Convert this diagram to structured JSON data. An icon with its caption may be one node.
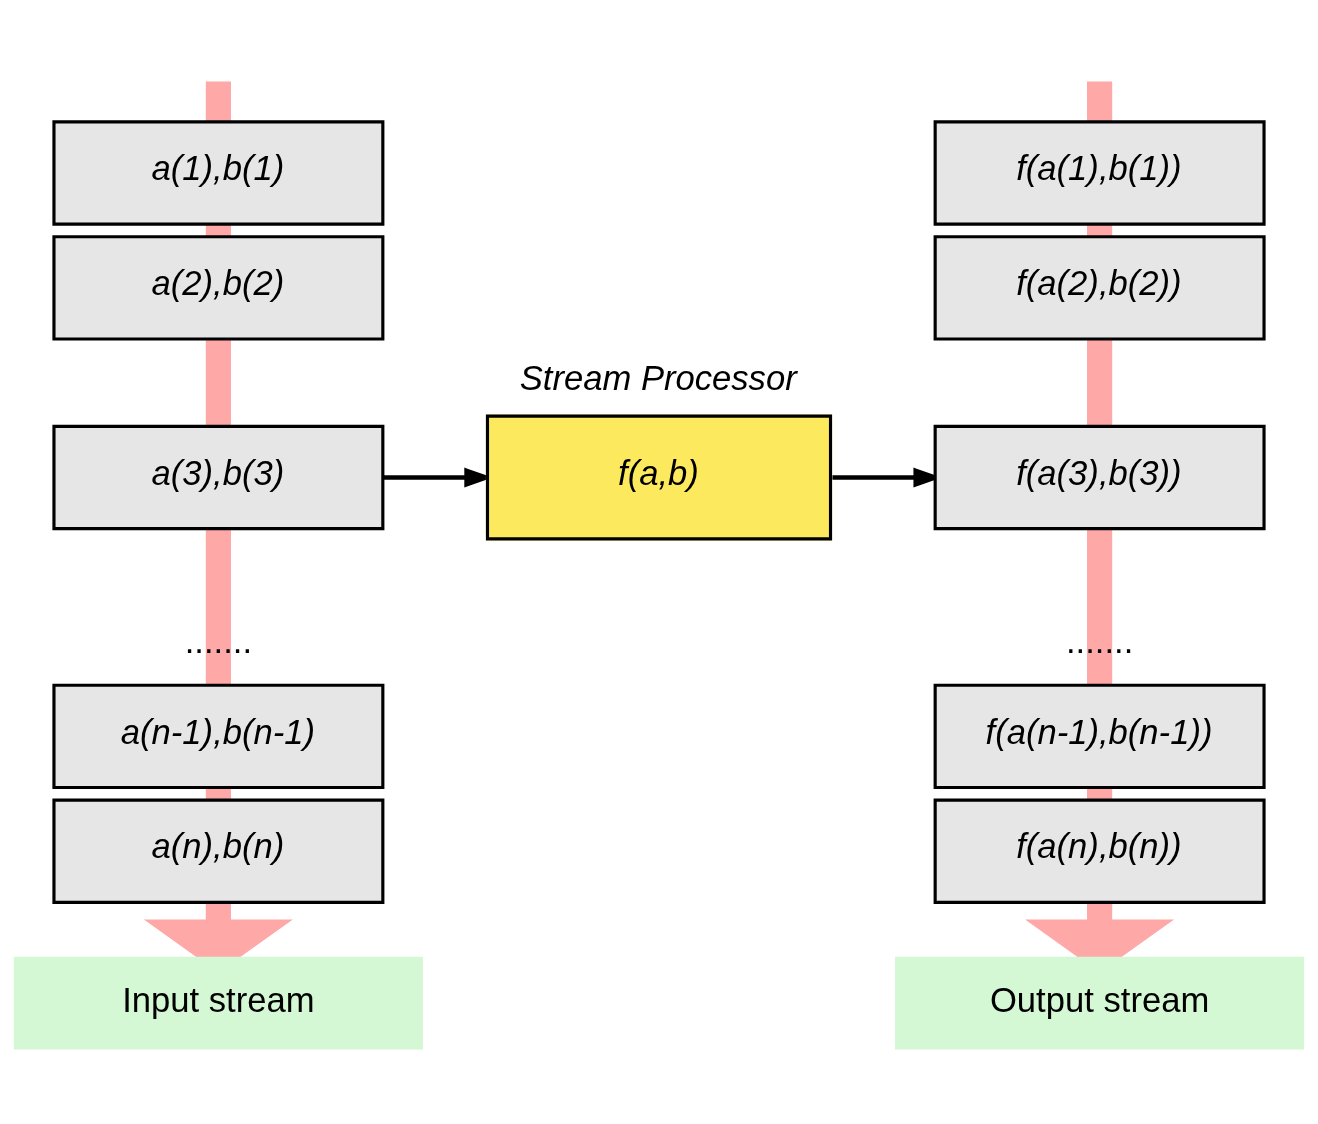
{
  "diagram": {
    "nodes": [
      {
        "text": [
          "a(1),b(1)"
        ]
      },
      {
        "text": [
          "a(2),b(2)"
        ]
      },
      {
        "text": [
          "a(3),b(3)"
        ]
      },
      {
        "text": [
          "a(n-1),b(n-1)"
        ]
      },
      {
        "text": [
          "a(n),b(n)"
        ]
      },
      {
        "text": [
          "Stream Processor",
          "f(a,b)"
        ]
      },
      {
        "text": [
          "f(a(1),b(1))"
        ]
      },
      {
        "text": [
          "f(a(2),b(2))"
        ]
      },
      {
        "text": [
          "f(a(3),b(3))"
        ]
      },
      {
        "text": [
          "f(a(n-1),b(n-1))"
        ]
      },
      {
        "text": [
          "f(a(n),b(n))"
        ]
      },
      {
        "text": [
          "Input stream"
        ]
      },
      {
        "text": [
          "Output stream"
        ]
      }
    ],
    "edges": [
      {
        "from": null,
        "to": 11,
        "arrow": "to",
        "style": "thick",
        "color": "#ffa8a8"
      },
      {
        "from": null,
        "to": 12,
        "arrow": "to",
        "style": "thick",
        "color": "#ffa8a8"
      },
      {
        "from": 2,
        "to": 5,
        "arrow": "to",
        "color": "#000000"
      },
      {
        "from": 5,
        "to": 8,
        "arrow": "to",
        "color": "#000000"
      }
    ],
    "labels": [
      ".......",
      "......."
    ]
  }
}
